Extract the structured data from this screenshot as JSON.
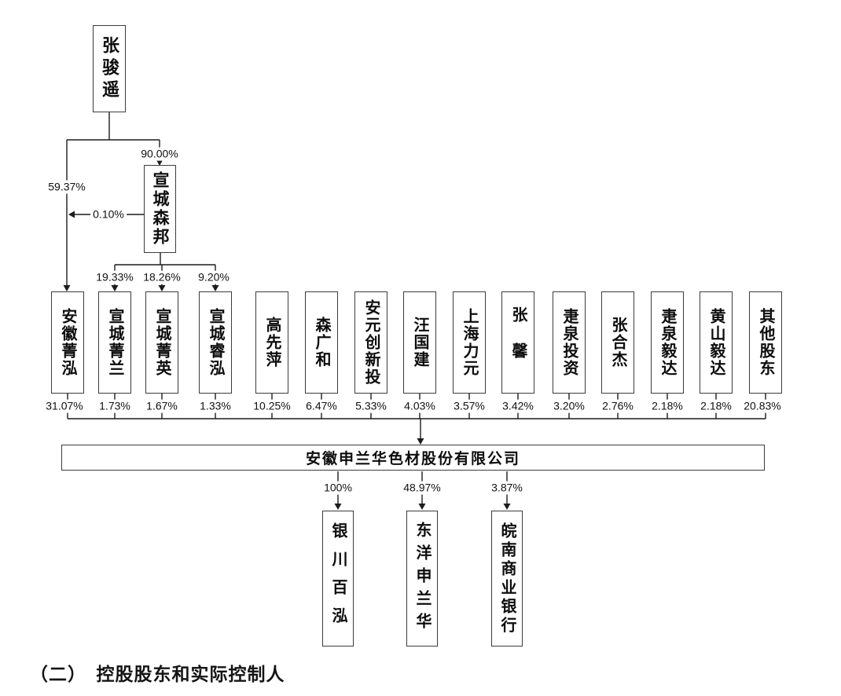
{
  "root": {
    "name": "张骏遥"
  },
  "holding": {
    "name": "宣城森邦"
  },
  "edges": {
    "to_anhui": "59.37%",
    "to_senbang": "90.00%",
    "senbang_back": "0.10%",
    "senbang_children": [
      "19.33%",
      "18.26%",
      "9.20%"
    ]
  },
  "shareholders": [
    {
      "name": "安徽菁泓",
      "percent": "31.07%"
    },
    {
      "name": "宣城菁兰",
      "percent": "1.73%"
    },
    {
      "name": "宣城菁英",
      "percent": "1.67%"
    },
    {
      "name": "宣城睿泓",
      "percent": "1.33%"
    },
    {
      "name": "高先萍",
      "percent": "10.25%"
    },
    {
      "name": "森广和",
      "percent": "6.47%"
    },
    {
      "name": "安元创新投",
      "percent": "5.33%"
    },
    {
      "name": "汪国建",
      "percent": "4.03%"
    },
    {
      "name": "上海力元",
      "percent": "3.57%"
    },
    {
      "name": "张馨",
      "percent": "3.42%"
    },
    {
      "name": "疌泉投资",
      "percent": "3.20%"
    },
    {
      "name": "张合杰",
      "percent": "2.76%"
    },
    {
      "name": "疌泉毅达",
      "percent": "2.18%"
    },
    {
      "name": "黄山毅达",
      "percent": "2.18%"
    },
    {
      "name": "其他股东",
      "percent": "20.83%"
    }
  ],
  "company": {
    "name": "安徽申兰华色材股份有限公司"
  },
  "subsidiaries": [
    {
      "name": "银川百泓",
      "percent": "100%"
    },
    {
      "name": "东洋申兰华",
      "percent": "48.97%"
    },
    {
      "name": "皖南商业银行",
      "percent": "3.87%"
    }
  ],
  "footer": {
    "heading": "（二）　控股股东和实际控制人"
  }
}
